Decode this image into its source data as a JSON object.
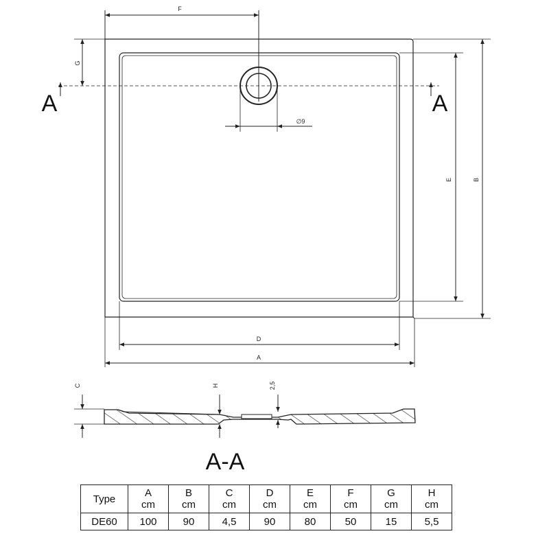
{
  "plan": {
    "dims": {
      "F": "F",
      "G": "G",
      "E": "E",
      "B": "B",
      "D": "D",
      "A": "A",
      "drain": "∅9"
    },
    "section_markers": [
      "A",
      "A"
    ]
  },
  "section": {
    "title": "A-A",
    "dims": {
      "C": "C",
      "H": "H",
      "slope": "2,5"
    }
  },
  "table": {
    "headers": [
      {
        "top": "Type",
        "unit": ""
      },
      {
        "top": "A",
        "unit": "cm"
      },
      {
        "top": "B",
        "unit": "cm"
      },
      {
        "top": "C",
        "unit": "cm"
      },
      {
        "top": "D",
        "unit": "cm"
      },
      {
        "top": "E",
        "unit": "cm"
      },
      {
        "top": "F",
        "unit": "cm"
      },
      {
        "top": "G",
        "unit": "cm"
      },
      {
        "top": "H",
        "unit": "cm"
      }
    ],
    "row": [
      "DE60",
      "100",
      "90",
      "4,5",
      "90",
      "80",
      "50",
      "15",
      "5,5"
    ]
  }
}
